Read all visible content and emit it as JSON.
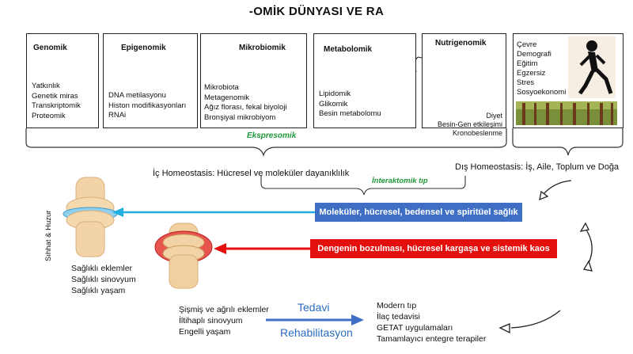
{
  "title": "-OMİK DÜNYASI VE RA",
  "boxes": {
    "genomik": {
      "title": "Genomik",
      "items": [
        "Yatkınlık",
        "Genetik miras",
        "Transkriptomik",
        "Proteomik"
      ]
    },
    "epigenomik": {
      "title": "Epigenomik",
      "items": [
        "DNA metilasyonu",
        "Histon modifikasyonları",
        "RNAi"
      ]
    },
    "mikrobiomik": {
      "title": "Mikrobiomik",
      "items": [
        "Mikrobiota",
        "Metagenomik",
        "Ağız florası, fekal biyoloji",
        "Bronşiyal mikrobiyom"
      ]
    },
    "metabolomik": {
      "title": "Metabolomik",
      "items": [
        "Lipidomik",
        "Glikomik",
        "Besin metabolomu"
      ]
    },
    "nutrigenomik": {
      "title": "Nutrigenomik",
      "items": [
        "Diyet",
        "Besin-Gen etkileşimi",
        "Kronobeslenme"
      ]
    },
    "environment": {
      "items": [
        "Çevre",
        "Demografi",
        "Eğitim",
        "Egzersiz",
        "Stres",
        "Sosyoekonomi"
      ]
    }
  },
  "labels": {
    "ekspresomik": "Ekspresomik",
    "ic_homeostasis": "İç Homeostasis: Hücresel ve moleküler dayanıklılık",
    "dis_homeostasis": "Dış Homeostasis: İş, Aile, Toplum ve Doğa",
    "interaktomik": "İnteraktomik tıp",
    "saglik_bar": "Moleküler, hücresel, bedensel ve spiritüel sağlık",
    "bozulma_bar": "Dengenin bozulması, hücresel kargaşa ve sistemik kaos",
    "vertical": "Sıhhat & Huzur",
    "tedavi": "Tedavi",
    "rehabilitasyon": "Rehabilitasyon"
  },
  "healthy": [
    "Sağlıklı eklemler",
    "Sağlıklı sinovyum",
    "Sağlıklı yaşam"
  ],
  "disease": [
    "Şişmiş ve ağrılı eklemler",
    "İltihaplı sinovyum",
    "Engelli yaşam"
  ],
  "treatments": [
    "Modern tıp",
    "İlaç tedavisi",
    "GETAT uygulamaları",
    "Tamamlayıcı entegre terapiler"
  ],
  "colors": {
    "blue_bar": "#3f6fc4",
    "red_bar": "#e3100e",
    "cyan_arrow": "#22aee0",
    "green": "#1f9a3a"
  }
}
